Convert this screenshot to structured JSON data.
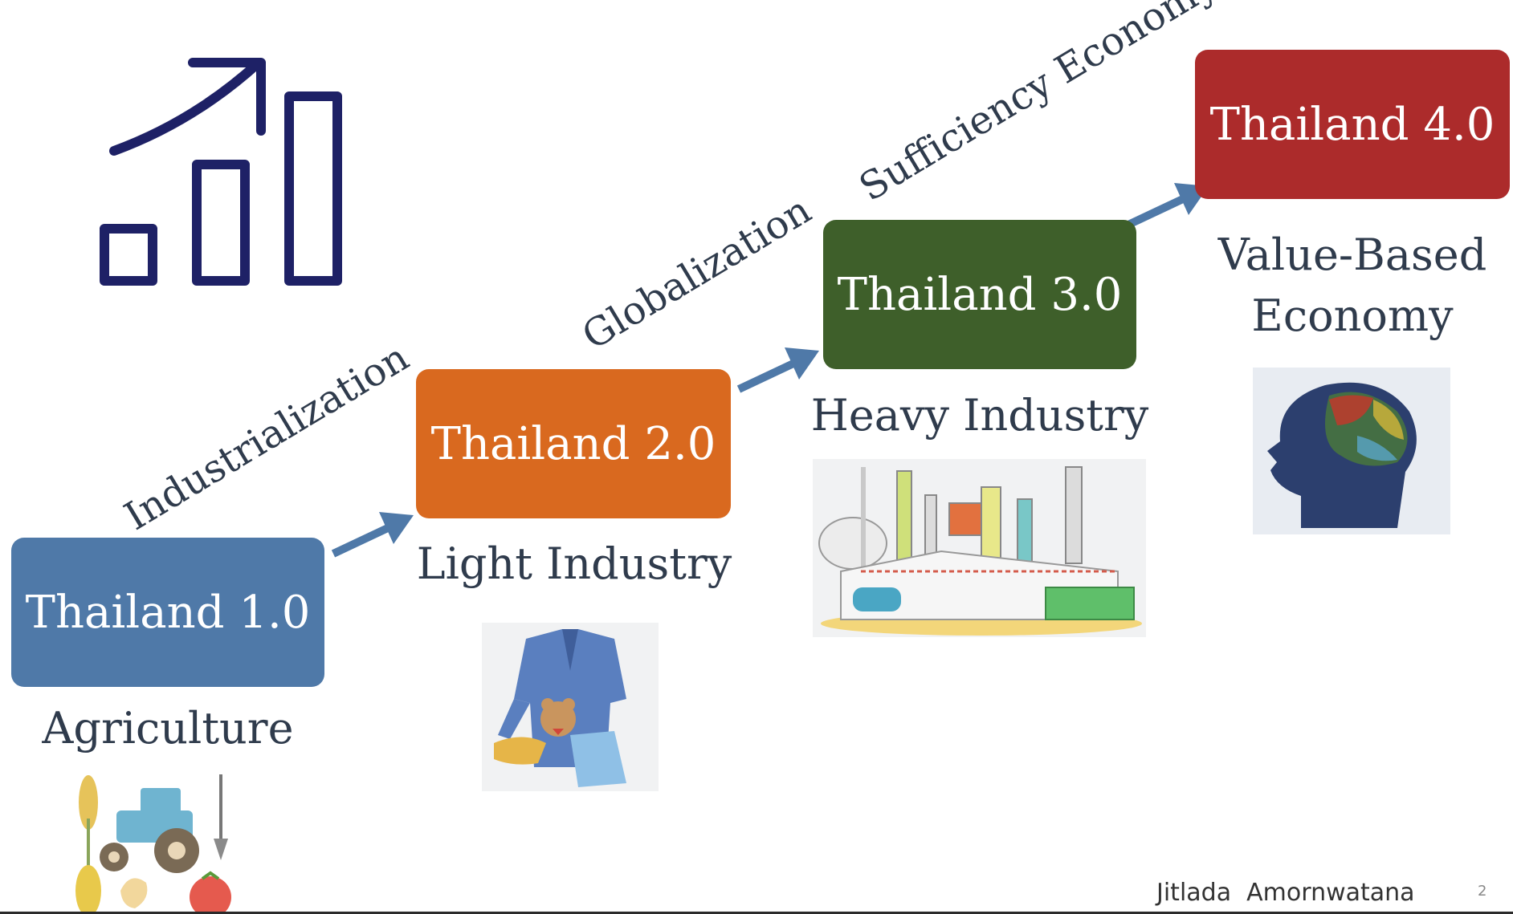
{
  "stages": [
    {
      "label": "Thailand 1.0",
      "caption": "Agriculture",
      "color": "#4f79a8"
    },
    {
      "label": "Thailand 2.0",
      "caption": "Light Industry",
      "color": "#d9691f"
    },
    {
      "label": "Thailand 3.0",
      "caption": "Heavy Industry",
      "color": "#3e5f2a"
    },
    {
      "label": "Thailand 4.0",
      "caption_line1": "Value-Based",
      "caption_line2": "Economy",
      "color": "#ac2b2b"
    }
  ],
  "transitions": [
    "Industrialization",
    "Globalization",
    "Sufficiency Economy"
  ],
  "arrow_color": "#4f79a8",
  "growth_icon_color": "#1e2166",
  "footer": {
    "author": "Jitlada  Amornwatana",
    "page": "2"
  },
  "icons": [
    "growth-chart-icon",
    "agriculture-illustration",
    "clothing-illustration",
    "factory-illustration",
    "brain-illustration"
  ]
}
